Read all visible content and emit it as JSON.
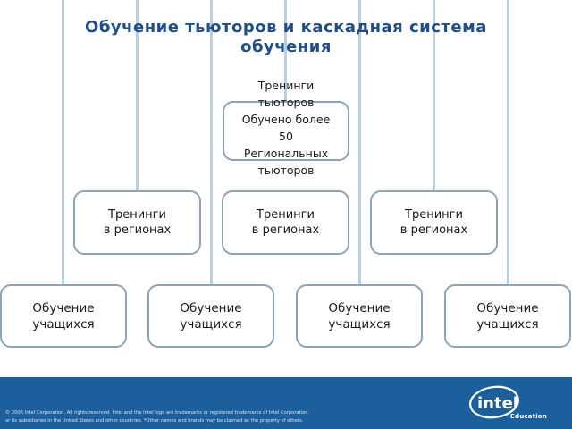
{
  "title": "Обучение тьюторов и каскадная система обучения",
  "tutors_box": {
    "text": "Тренинги\nтьюторов\nОбучено более\n50\nРегиональных\nтьюторов"
  },
  "regions": [
    {
      "text": "Тренинги\nв регионах"
    },
    {
      "text": "Тренинги\nв регионах"
    },
    {
      "text": "Тренинги\nв регионах"
    }
  ],
  "students": [
    {
      "text": "Обучение\nучащихся"
    },
    {
      "text": "Обучение\nучащихся"
    },
    {
      "text": "Обучение\nучащихся"
    },
    {
      "text": "Обучение\nучащихся"
    }
  ],
  "footer": {
    "legal": "© 2006 Intel Corporation. All rights reserved. Intel and the Intel logo are trademarks or registered trademarks of Intel Corporation\nor its subsidiaries in the United States and other countries. *Other names and brands may be claimed as the property of others.",
    "logo_text": "intel",
    "logo_sub": "Education",
    "background": "#1b5f9c"
  },
  "colors": {
    "title": "#1f4e8c",
    "lines": "#b9cfe2",
    "box_border": "#8fa3b8"
  }
}
